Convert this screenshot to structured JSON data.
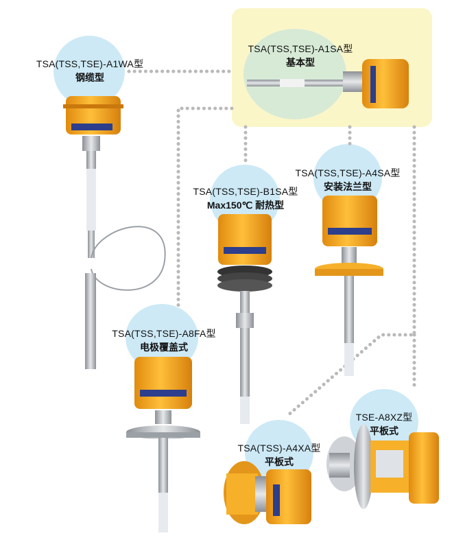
{
  "products": [
    {
      "id": "a1wa",
      "model": "TSA(TSS,TSE)-A1WA型",
      "name": "钢缆型"
    },
    {
      "id": "a1sa",
      "model": "TSA(TSS,TSE)-A1SA型",
      "name": "基本型"
    },
    {
      "id": "b1sa",
      "model": "TSA(TSS,TSE)-B1SA型",
      "name": "Max150℃ 耐热型"
    },
    {
      "id": "a4sa",
      "model": "TSA(TSS,TSE)-A4SA型",
      "name": "安装法兰型"
    },
    {
      "id": "a8fa",
      "model": "TSA(TSS,TSE)-A8FA型",
      "name": "电极覆盖式"
    },
    {
      "id": "a4xa",
      "model": "TSA(TSS)-A4XA型",
      "name": "平板式"
    },
    {
      "id": "a8xz",
      "model": "TSE-A8XZ型",
      "name": "平板式"
    }
  ],
  "colors": {
    "housing": "#f4a21a",
    "housing_dark": "#c9780c",
    "bubble": "#cde9f6",
    "highlight_box": "#fbf6c8",
    "connector": "#b9b9b9",
    "probe": "#c9ccd0"
  }
}
